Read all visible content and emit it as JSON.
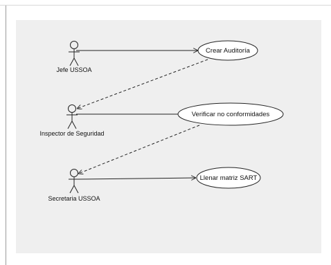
{
  "actors": [
    {
      "id": "jefe",
      "name": "Jefe USSOA"
    },
    {
      "id": "inspector",
      "name": "Inspector de Seguridad"
    },
    {
      "id": "secretaria",
      "name": "Secretaria USSOA"
    }
  ],
  "use_cases": [
    {
      "id": "crear",
      "name": "Crear Auditoría"
    },
    {
      "id": "verificar",
      "name": "Verificar no conformidades"
    },
    {
      "id": "llenar",
      "name": "Llenar matriz SART"
    }
  ],
  "associations": [
    {
      "actor": "jefe",
      "use_case": "crear"
    },
    {
      "actor": "inspector",
      "use_case": "verificar"
    },
    {
      "actor": "secretaria",
      "use_case": "llenar"
    }
  ],
  "dependencies": [
    {
      "from": "crear",
      "to": "inspector"
    },
    {
      "from": "verificar",
      "to": "secretaria"
    }
  ],
  "colors": {
    "background": "#efefef",
    "line": "#222222",
    "ellipse_fill": "#ffffff"
  }
}
